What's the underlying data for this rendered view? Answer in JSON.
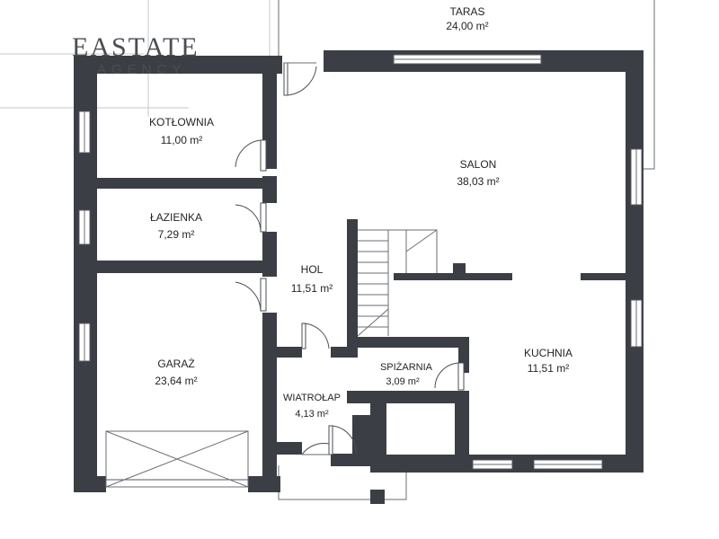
{
  "logo": {
    "word": "EASTATE",
    "sub": "AGENCY"
  },
  "rooms": [
    {
      "id": "taras",
      "name": "TARAS",
      "area": "24,00 m²"
    },
    {
      "id": "kotlownia",
      "name": "KOTŁOWNIA",
      "area": "11,00 m²"
    },
    {
      "id": "salon",
      "name": "SALON",
      "area": "38,03 m²"
    },
    {
      "id": "lazienka",
      "name": "ŁAZIENKA",
      "area": "7,29 m²"
    },
    {
      "id": "hol",
      "name": "HOL",
      "area": "11,51 m²"
    },
    {
      "id": "garaz",
      "name": "GARAŻ",
      "area": "23,64 m²"
    },
    {
      "id": "spizarnia",
      "name": "SPIŻARNIA",
      "area": "3,09 m²"
    },
    {
      "id": "kuchnia",
      "name": "KUCHNIA",
      "area": "11,51 m²"
    },
    {
      "id": "wiatrolap",
      "name": "WIATROŁAP",
      "area": "4,13 m²"
    }
  ],
  "colors": {
    "wall": "#3b3f45",
    "background": "#ffffff",
    "text": "#222427"
  }
}
